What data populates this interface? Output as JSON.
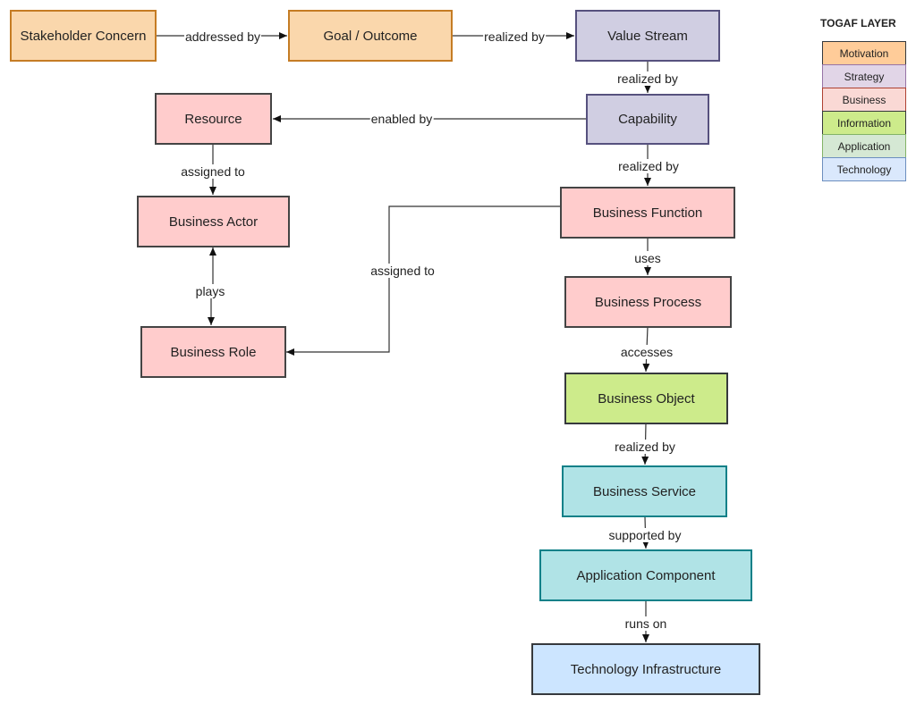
{
  "nodes": {
    "stakeholder_concern": {
      "label": "Stakeholder Concern",
      "layer": "Motivation"
    },
    "goal_outcome": {
      "label": "Goal / Outcome",
      "layer": "Motivation"
    },
    "value_stream": {
      "label": "Value Stream",
      "layer": "Strategy"
    },
    "capability": {
      "label": "Capability",
      "layer": "Strategy"
    },
    "resource": {
      "label": "Resource",
      "layer": "Business"
    },
    "business_actor": {
      "label": "Business Actor",
      "layer": "Business"
    },
    "business_role": {
      "label": "Business Role",
      "layer": "Business"
    },
    "business_function": {
      "label": "Business Function",
      "layer": "Business"
    },
    "business_process": {
      "label": "Business Process",
      "layer": "Business"
    },
    "business_object": {
      "label": "Business Object",
      "layer": "Information"
    },
    "business_service": {
      "label": "Business Service",
      "layer": "Application"
    },
    "application_component": {
      "label": "Application Component",
      "layer": "Application"
    },
    "technology_infrastructure": {
      "label": "Technology Infrastructure",
      "layer": "Technology"
    }
  },
  "edges": {
    "addressed_by": {
      "label": "addressed by",
      "from": "Stakeholder Concern",
      "to": "Goal / Outcome"
    },
    "realized_by_1": {
      "label": "realized by",
      "from": "Goal / Outcome",
      "to": "Value Stream"
    },
    "realized_by_2": {
      "label": "realized by",
      "from": "Value Stream",
      "to": "Capability"
    },
    "enabled_by": {
      "label": "enabled by",
      "from": "Capability",
      "to": "Resource"
    },
    "realized_by_3": {
      "label": "realized by",
      "from": "Capability",
      "to": "Business Function"
    },
    "assigned_to_1": {
      "label": "assigned to",
      "from": "Resource",
      "to": "Business Actor"
    },
    "plays": {
      "label": "plays",
      "from": "Business Actor",
      "to": "Business Role"
    },
    "assigned_to_2": {
      "label": "assigned to",
      "from": "Business Function",
      "to": "Business Role"
    },
    "uses": {
      "label": "uses",
      "from": "Business Function",
      "to": "Business Process"
    },
    "accesses": {
      "label": "accesses",
      "from": "Business Process",
      "to": "Business Object"
    },
    "realized_by_4": {
      "label": "realized by",
      "from": "Business Object",
      "to": "Business Service"
    },
    "supported_by": {
      "label": "supported by",
      "from": "Business Service",
      "to": "Application Component"
    },
    "runs_on": {
      "label": "runs on",
      "from": "Application Component",
      "to": "Technology Infrastructure"
    }
  },
  "legend": {
    "title": "TOGAF LAYER",
    "items": [
      {
        "label": "Motivation",
        "fill": "#ffcc99",
        "stroke": "#36393d"
      },
      {
        "label": "Strategy",
        "fill": "#e1d5e7",
        "stroke": "#9673a6"
      },
      {
        "label": "Business",
        "fill": "#fad9d5",
        "stroke": "#ae4132"
      },
      {
        "label": "Information",
        "fill": "#cdeb8b",
        "stroke": "#36393d"
      },
      {
        "label": "Application",
        "fill": "#d5e8d4",
        "stroke": "#82b366"
      },
      {
        "label": "Technology",
        "fill": "#dae8fc",
        "stroke": "#6c8ebf"
      }
    ]
  }
}
